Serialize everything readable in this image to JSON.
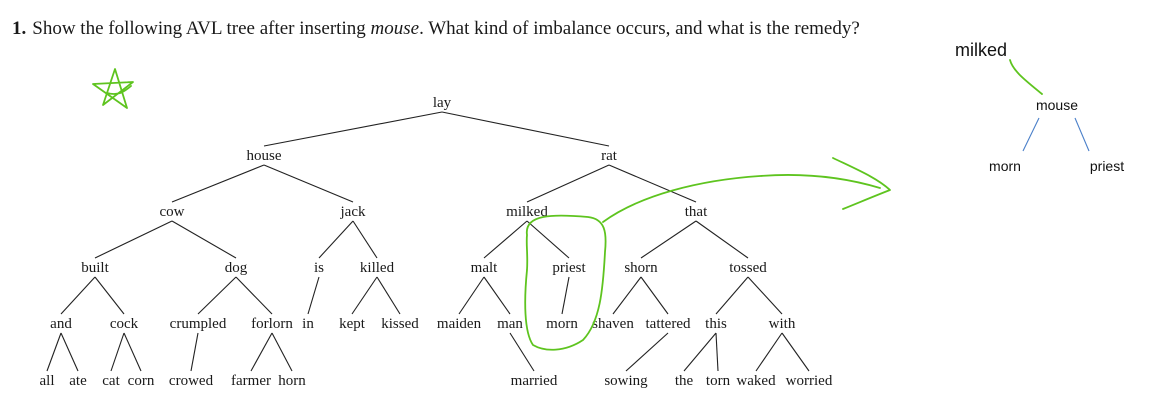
{
  "question": {
    "number": "1.",
    "text_before": "Show the following AVL tree after inserting ",
    "emphasis": "mouse",
    "text_after": ". What kind of imbalance occurs, and what is the remedy?"
  },
  "tree": {
    "nodes": [
      {
        "id": "lay",
        "label": "lay"
      },
      {
        "id": "house",
        "label": "house"
      },
      {
        "id": "rat",
        "label": "rat"
      },
      {
        "id": "cow",
        "label": "cow"
      },
      {
        "id": "jack",
        "label": "jack"
      },
      {
        "id": "milked",
        "label": "milked"
      },
      {
        "id": "that",
        "label": "that"
      },
      {
        "id": "built",
        "label": "built"
      },
      {
        "id": "dog",
        "label": "dog"
      },
      {
        "id": "is",
        "label": "is"
      },
      {
        "id": "killed",
        "label": "killed"
      },
      {
        "id": "malt",
        "label": "malt"
      },
      {
        "id": "priest",
        "label": "priest"
      },
      {
        "id": "shorn",
        "label": "shorn"
      },
      {
        "id": "tossed",
        "label": "tossed"
      },
      {
        "id": "and",
        "label": "and"
      },
      {
        "id": "cock",
        "label": "cock"
      },
      {
        "id": "crumpled",
        "label": "crumpled"
      },
      {
        "id": "forlorn",
        "label": "forlorn"
      },
      {
        "id": "in",
        "label": "in"
      },
      {
        "id": "kept",
        "label": "kept"
      },
      {
        "id": "kissed",
        "label": "kissed"
      },
      {
        "id": "maiden",
        "label": "maiden"
      },
      {
        "id": "man",
        "label": "man"
      },
      {
        "id": "morn",
        "label": "morn"
      },
      {
        "id": "shaven",
        "label": "shaven"
      },
      {
        "id": "tattered",
        "label": "tattered"
      },
      {
        "id": "this",
        "label": "this"
      },
      {
        "id": "with",
        "label": "with"
      },
      {
        "id": "all",
        "label": "all"
      },
      {
        "id": "ate",
        "label": "ate"
      },
      {
        "id": "cat",
        "label": "cat"
      },
      {
        "id": "corn",
        "label": "corn"
      },
      {
        "id": "crowed",
        "label": "crowed"
      },
      {
        "id": "farmer",
        "label": "farmer"
      },
      {
        "id": "horn",
        "label": "horn"
      },
      {
        "id": "married",
        "label": "married"
      },
      {
        "id": "sowing",
        "label": "sowing"
      },
      {
        "id": "the",
        "label": "the"
      },
      {
        "id": "torn",
        "label": "torn"
      },
      {
        "id": "waked",
        "label": "waked"
      },
      {
        "id": "worried",
        "label": "worried"
      }
    ],
    "edges": [
      [
        "lay",
        "house"
      ],
      [
        "lay",
        "rat"
      ],
      [
        "house",
        "cow"
      ],
      [
        "house",
        "jack"
      ],
      [
        "rat",
        "milked"
      ],
      [
        "rat",
        "that"
      ],
      [
        "cow",
        "built"
      ],
      [
        "cow",
        "dog"
      ],
      [
        "jack",
        "is"
      ],
      [
        "jack",
        "killed"
      ],
      [
        "milked",
        "malt"
      ],
      [
        "milked",
        "priest"
      ],
      [
        "that",
        "shorn"
      ],
      [
        "that",
        "tossed"
      ],
      [
        "built",
        "and"
      ],
      [
        "built",
        "cock"
      ],
      [
        "dog",
        "crumpled"
      ],
      [
        "dog",
        "forlorn"
      ],
      [
        "is",
        "in"
      ],
      [
        "killed",
        "kept"
      ],
      [
        "killed",
        "kissed"
      ],
      [
        "malt",
        "maiden"
      ],
      [
        "malt",
        "man"
      ],
      [
        "priest",
        "morn"
      ],
      [
        "shorn",
        "shaven"
      ],
      [
        "shorn",
        "tattered"
      ],
      [
        "tossed",
        "this"
      ],
      [
        "tossed",
        "with"
      ],
      [
        "and",
        "all"
      ],
      [
        "and",
        "ate"
      ],
      [
        "cock",
        "cat"
      ],
      [
        "cock",
        "corn"
      ],
      [
        "crumpled",
        "crowed"
      ],
      [
        "forlorn",
        "farmer"
      ],
      [
        "forlorn",
        "horn"
      ],
      [
        "man",
        "married"
      ],
      [
        "tattered",
        "sowing"
      ],
      [
        "this",
        "the"
      ],
      [
        "this",
        "torn"
      ],
      [
        "with",
        "waked"
      ],
      [
        "with",
        "worried"
      ]
    ]
  },
  "annotation": {
    "subtree_nodes": [
      {
        "id": "n_milked",
        "label": "milked"
      },
      {
        "id": "n_mouse",
        "label": "mouse"
      },
      {
        "id": "n_morn",
        "label": "morn"
      },
      {
        "id": "n_priest",
        "label": "priest"
      }
    ],
    "subtree_edges": [
      [
        "n_mouse",
        "n_morn"
      ],
      [
        "n_mouse",
        "n_priest"
      ]
    ],
    "colors": {
      "ink": "#5ec41f",
      "edge": "#4a7fc9",
      "tree_edge": "#222222"
    }
  }
}
